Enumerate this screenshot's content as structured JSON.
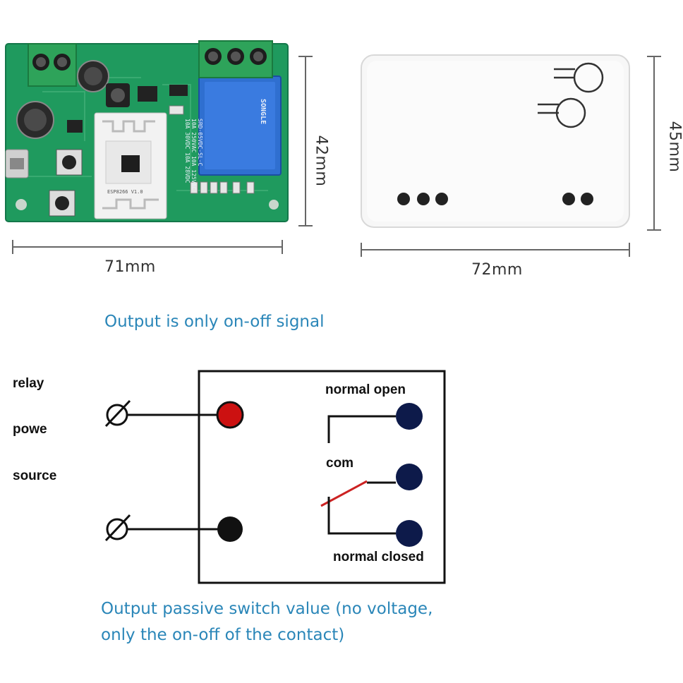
{
  "dimensions": {
    "pcb_width": "71mm",
    "pcb_height": "42mm",
    "case_width": "72mm",
    "case_height": "45mm"
  },
  "notes": {
    "top": "Output is only on-off signal",
    "bottom_line1": "Output passive switch value (no voltage,",
    "bottom_line2": "only the on-off of the contact)"
  },
  "side_labels": {
    "line1": "relay",
    "line2": "powe",
    "line3": "source"
  },
  "contacts": {
    "normal_open": "normal open",
    "com": "com",
    "normal_closed": "normal closed"
  },
  "relay_print": {
    "line1": "SRD-05VDC-SL-C",
    "line2": "10A 250VAC 10A 125VAC",
    "line3": "10A 30VDC 10A 28VDC",
    "brand": "SONGLE"
  },
  "pcb_print": {
    "module_id": "ESP8266 V1.0"
  },
  "colors": {
    "pcb_green": "#1f9a5e",
    "terminal_green": "#2ea35a",
    "relay_blue": "#2f6fd0",
    "power_terminal_red": "#cc1111",
    "contact_navy": "#0d1a4a",
    "note_blue": "#2a86b8",
    "com_blade_red": "#cc2222"
  },
  "icons": {
    "terminal_symbol": "screw-terminal-icon"
  }
}
